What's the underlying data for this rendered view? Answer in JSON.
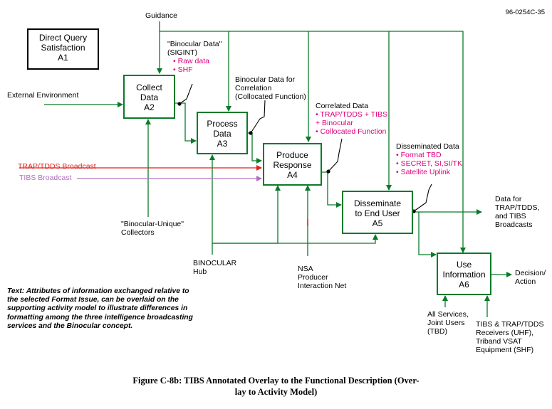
{
  "doc_id": "96-0254C-35",
  "a1": {
    "line1": "Direct Query",
    "line2": "Satisfaction",
    "line3": "A1"
  },
  "boxes": {
    "a2": {
      "line1": "Collect",
      "line2": "Data",
      "line3": "A2"
    },
    "a3": {
      "line1": "Process",
      "line2": "Data",
      "line3": "A3"
    },
    "a4": {
      "line1": "Produce",
      "line2": "Response",
      "line3": "A4"
    },
    "a5": {
      "line1": "Disseminate",
      "line2": "to End User",
      "line3": "A5"
    },
    "a6": {
      "line1": "Use",
      "line2": "Information",
      "line3": "A6"
    }
  },
  "labels": {
    "guidance": "Guidance",
    "external_environment": "External Environment",
    "trap_tdds_broadcast": "TRAP/TDDS Broadcast",
    "tibs_broadcast": "TIBS Broadcast",
    "binocular_unique_1": "\"Binocular-Unique\"",
    "binocular_unique_2": "Collectors",
    "binocular_hub_1": "BINOCULAR",
    "binocular_hub_2": "Hub",
    "nsa_1": "NSA",
    "nsa_2": "Producer",
    "nsa_3": "Interaction Net",
    "data_for_1": "Data for",
    "data_for_2": "TRAP/TDDS,",
    "data_for_3": "and TIBS",
    "data_for_4": "Broadcasts",
    "decision_1": "Decision/",
    "decision_2": "Action",
    "all_services_1": "All Services,",
    "all_services_2": "Joint Users",
    "all_services_3": "(TBD)",
    "tibs_receivers_1": "TIBS & TRAP/TDDS",
    "tibs_receivers_2": "Receivers (UHF),",
    "tibs_receivers_3": "Triband VSAT",
    "tibs_receivers_4": "Equipment (SHF)"
  },
  "annotations": {
    "binocular_data": {
      "title1": "\"Binocular Data\"",
      "title2": "(SIGINT)",
      "items": [
        "• Raw data",
        "• SHF"
      ]
    },
    "binocular_corr": {
      "line1": "Binocular Data for",
      "line2": "Correlation",
      "line3": "(Collocated Function)"
    },
    "correlated": {
      "title": "Correlated Data",
      "items": [
        "• TRAP/TDDS + TIBS",
        "+ Binocular",
        "• Collocated Function"
      ]
    },
    "disseminated": {
      "title": "Disseminated Data",
      "items": [
        "• Format TBD",
        "• SECRET, SI,SI/TK",
        "• Satellite Uplink"
      ]
    }
  },
  "note": "Text:  Attributes of information exchanged relative to the selected Format Issue, can be overlaid on the supporting activity model to illustrate differences in formatting among the three intelligence broadcasting services and the Binocular concept.",
  "caption": {
    "line1": "Figure C-8b:  TIBS Annotated Overlay to the Functional Description (Over-",
    "line2": "lay to Activity Model)"
  },
  "colors": {
    "flow": "#0a7a2a",
    "trap": "#e0201a",
    "tibs": "#b070c0",
    "annotation": "#e0007a"
  }
}
